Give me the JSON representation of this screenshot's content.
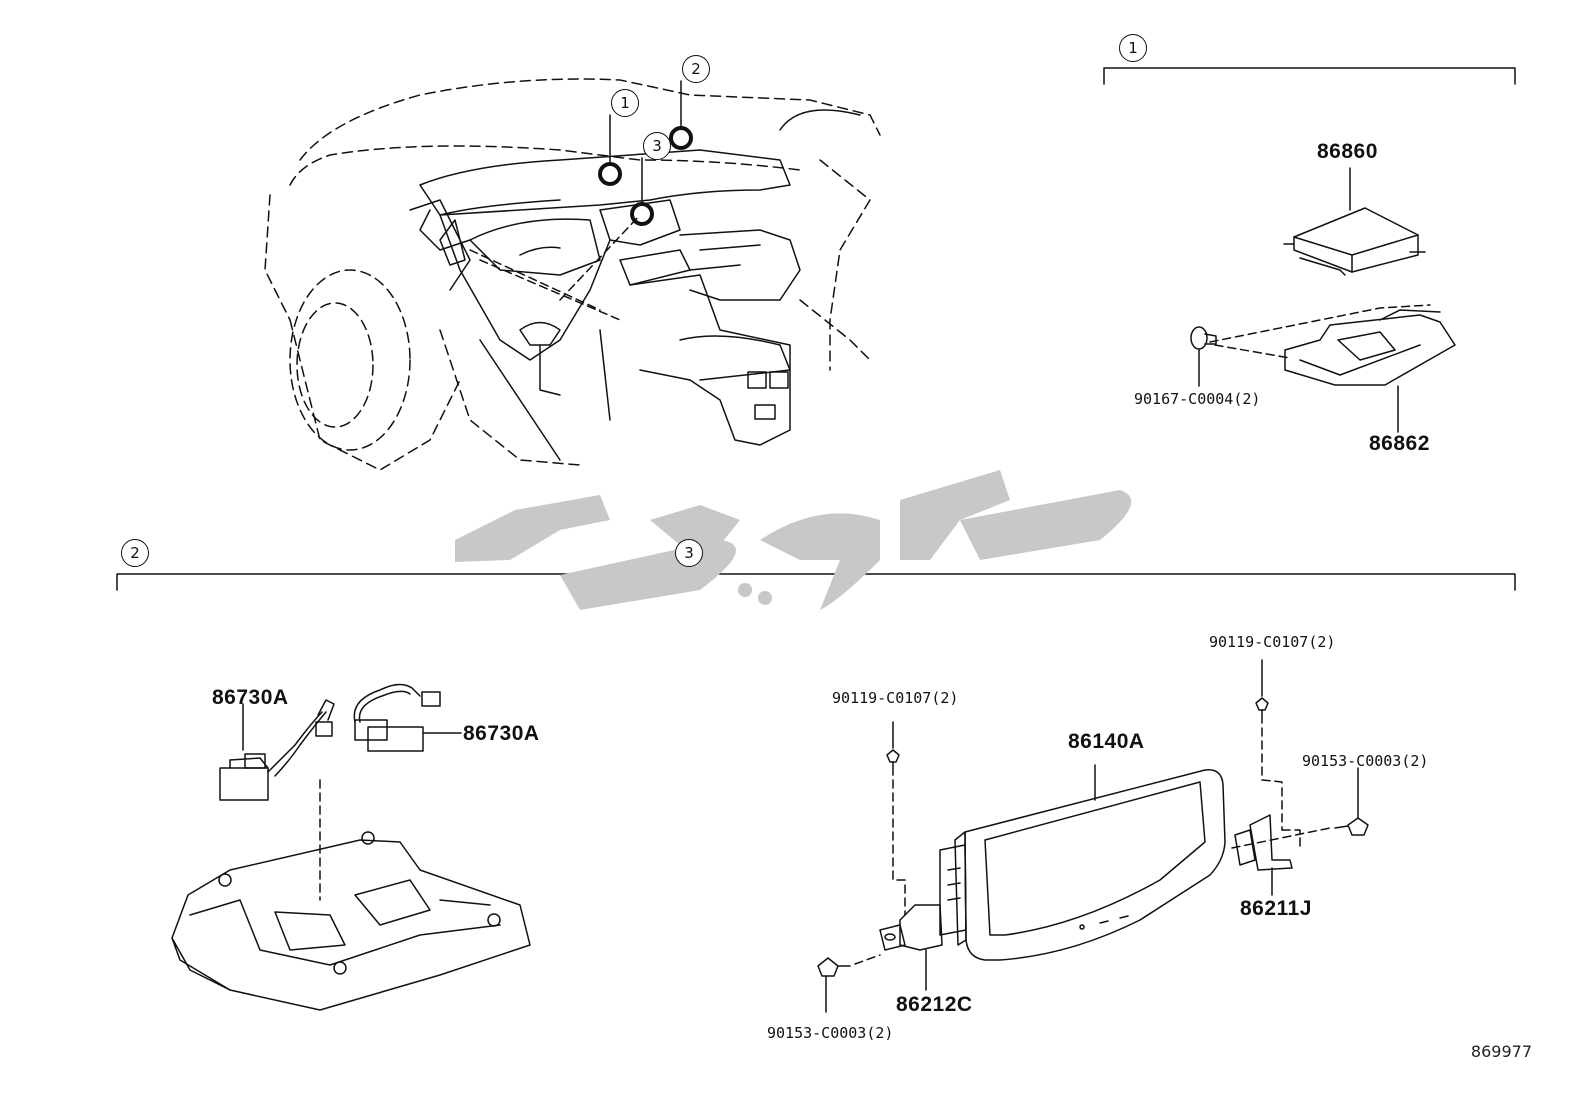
{
  "sections": [
    {
      "id": "1",
      "label": "1"
    },
    {
      "id": "2",
      "label": "2"
    },
    {
      "id": "3",
      "label": "3"
    }
  ],
  "overview_callouts": [
    "1",
    "2",
    "3"
  ],
  "parts": {
    "p86860": "86860",
    "p86862": "86862",
    "p90167": "90167-C0004(2)",
    "p86730A_left": "86730A",
    "p86730A_right": "86730A",
    "p86140A": "86140A",
    "p90119_left": "90119-C0107(2)",
    "p90119_right": "90119-C0107(2)",
    "p90153_right": "90153-C0003(2)",
    "p90153_left": "90153-C0003(2)",
    "p86211J": "86211J",
    "p86212C": "86212C"
  },
  "diagram_code": "869977",
  "colors": {
    "line": "#111111",
    "watermark": "#c8c8c8"
  }
}
